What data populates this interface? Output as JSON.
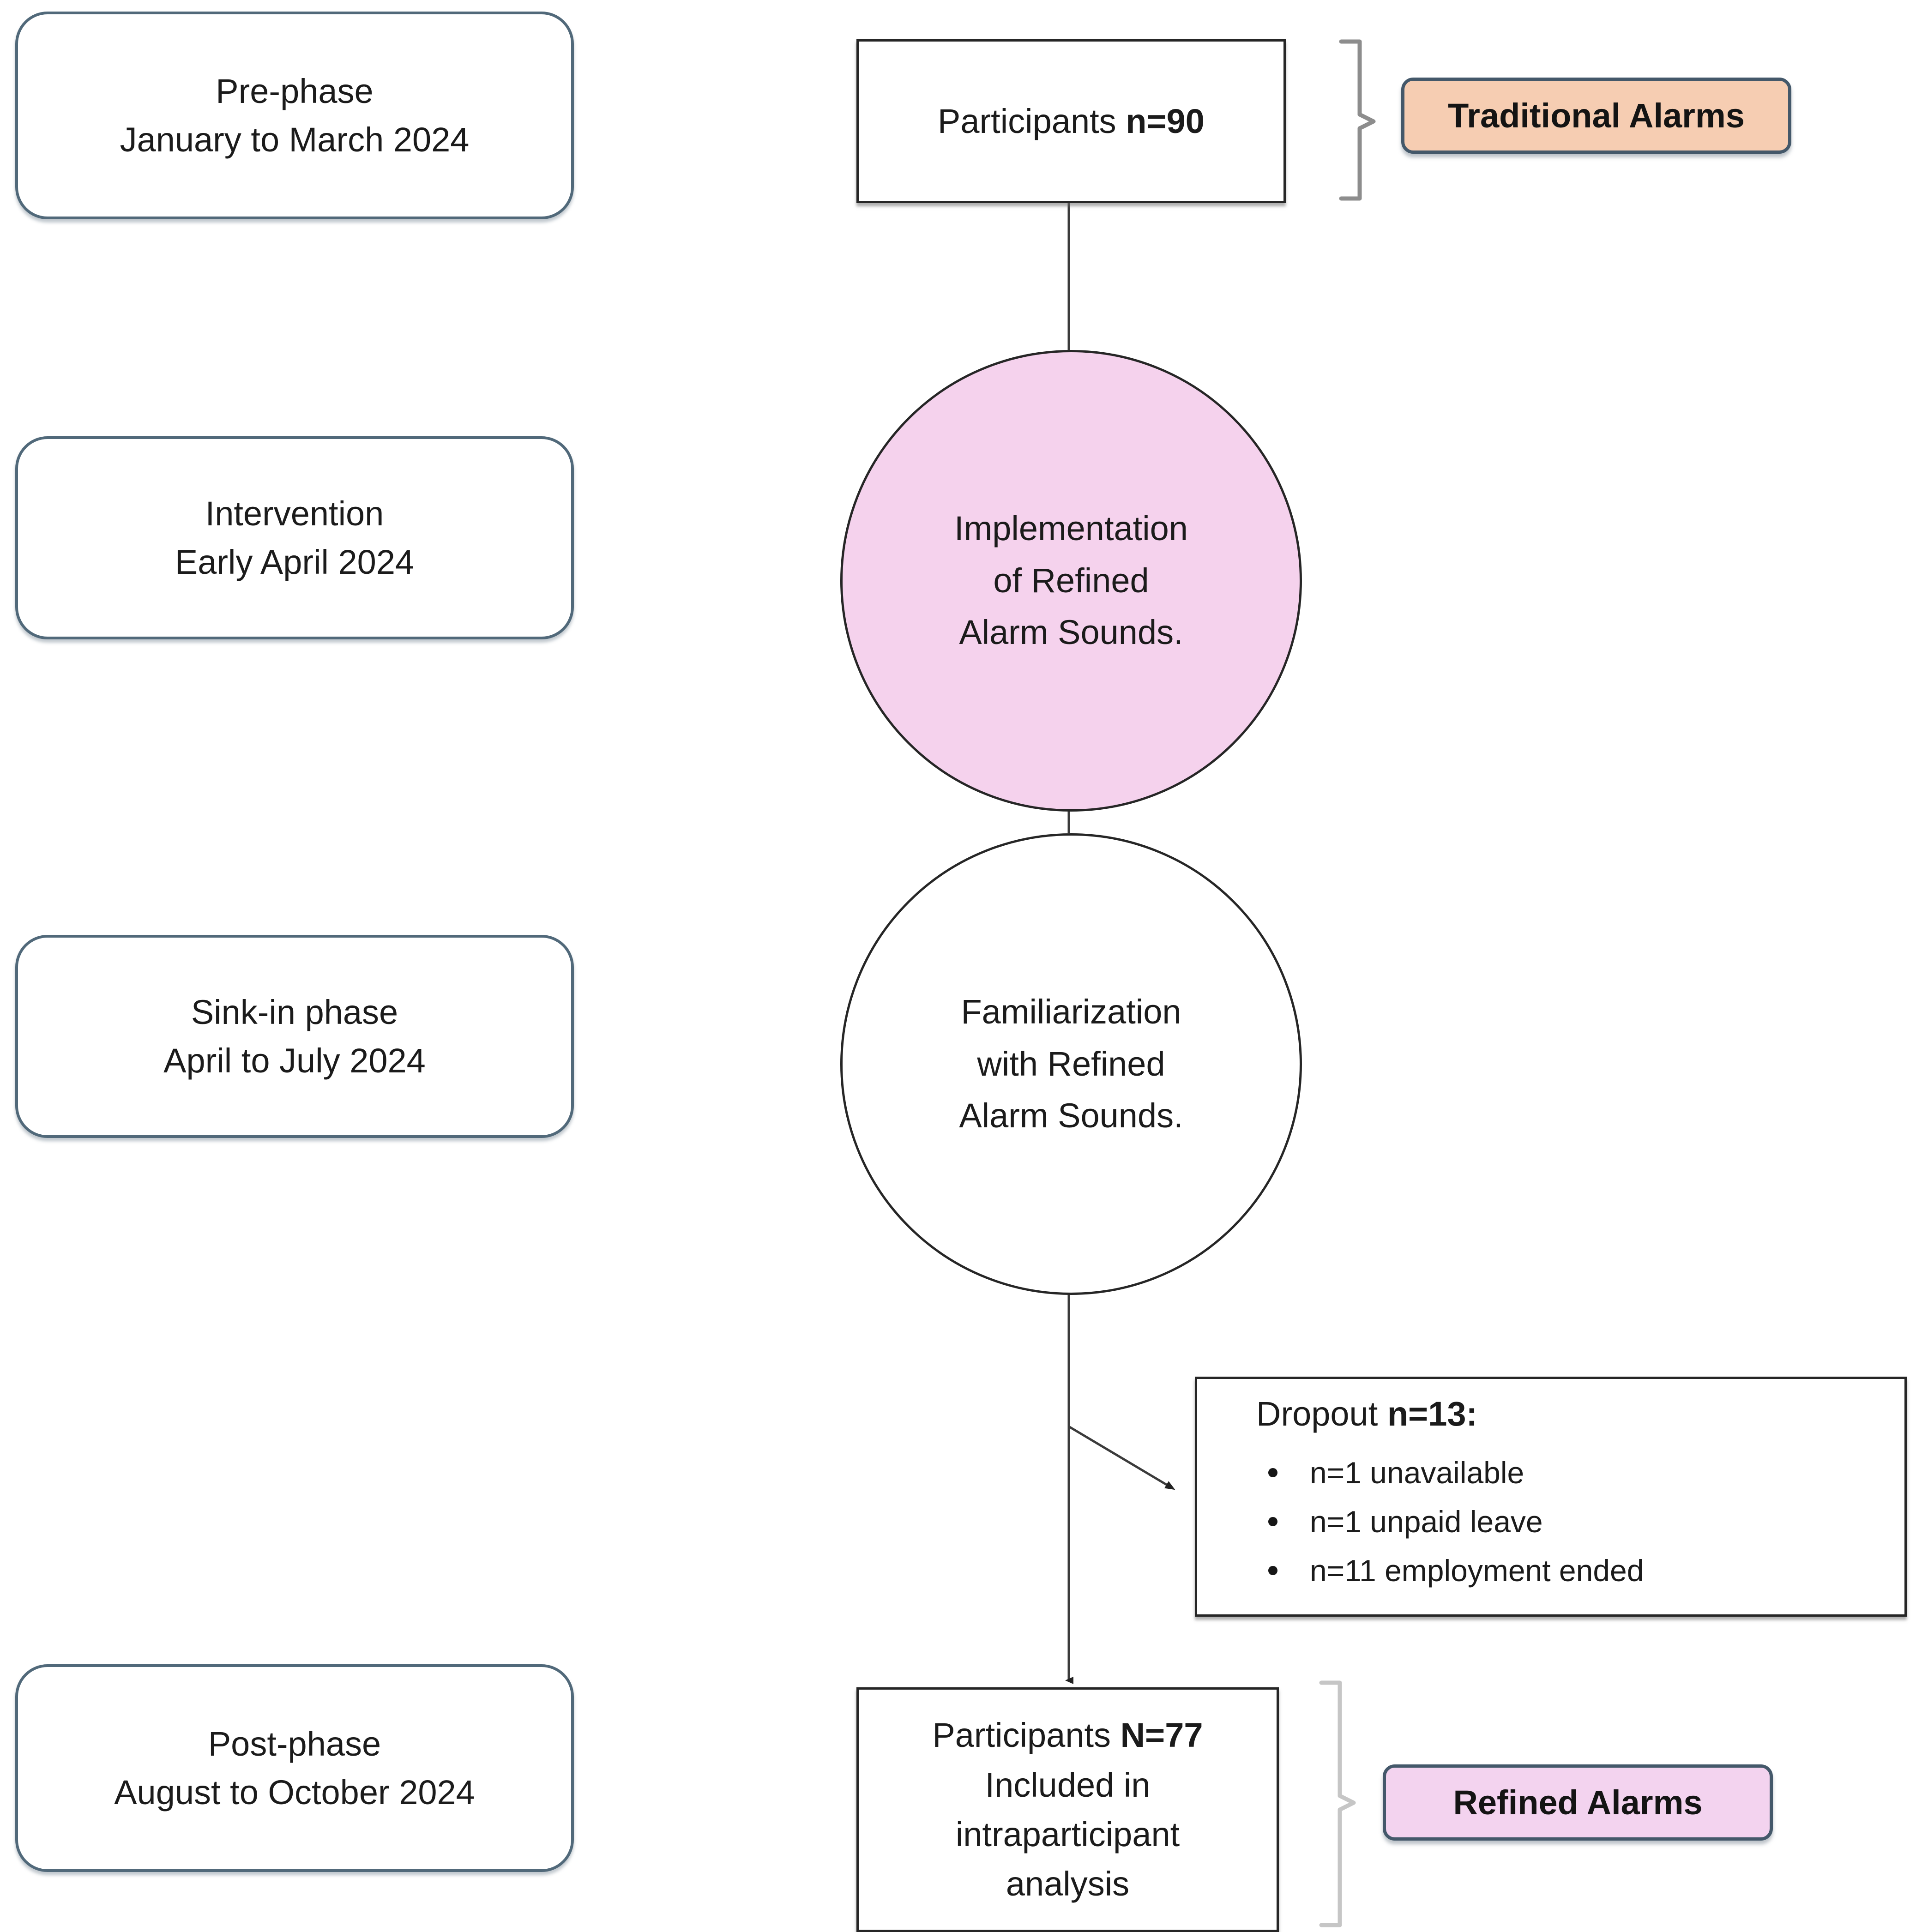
{
  "diagram": {
    "title": "Study timeline flow diagram",
    "colors": {
      "phase_border": "#51697a",
      "box_border": "#262626",
      "traditional_badge_bg": "#f6cdb2",
      "refined_badge_bg": "#f3d3ef",
      "badge_border": "#44586a",
      "implementation_circle_bg": "#f5d2ed",
      "familiarization_circle_bg": "#ffffff",
      "connector": "#3b3b3b"
    }
  },
  "phases": [
    {
      "name": "pre-phase",
      "line1": "Pre-phase",
      "line2": "January to March 2024"
    },
    {
      "name": "intervention",
      "line1": "Intervention",
      "line2": "Early April 2024"
    },
    {
      "name": "sink-in-phase",
      "line1": "Sink-in phase",
      "line2": "April to July 2024"
    },
    {
      "name": "post-phase",
      "line1": "Post-phase",
      "line2": "August to October 2024"
    }
  ],
  "nodes": {
    "participants_top": {
      "prefix": "Participants ",
      "count": "n=90"
    },
    "implementation_circle": {
      "line1": "Implementation",
      "line2": "of Refined",
      "line3": "Alarm Sounds."
    },
    "familiarization_circle": {
      "line1": "Familiarization",
      "line2": "with Refined",
      "line3": "Alarm Sounds."
    },
    "dropout": {
      "title_prefix": "Dropout ",
      "title_count": "n=13:",
      "items": [
        "n=1 unavailable",
        "n=1 unpaid leave",
        "n=11 employment ended"
      ]
    },
    "participants_bottom": {
      "prefix": "Participants ",
      "count": "N=77",
      "line2": "Included in",
      "line3": "intraparticipant",
      "line4": "analysis"
    }
  },
  "badges": {
    "traditional": "Traditional Alarms",
    "refined": "Refined Alarms"
  }
}
